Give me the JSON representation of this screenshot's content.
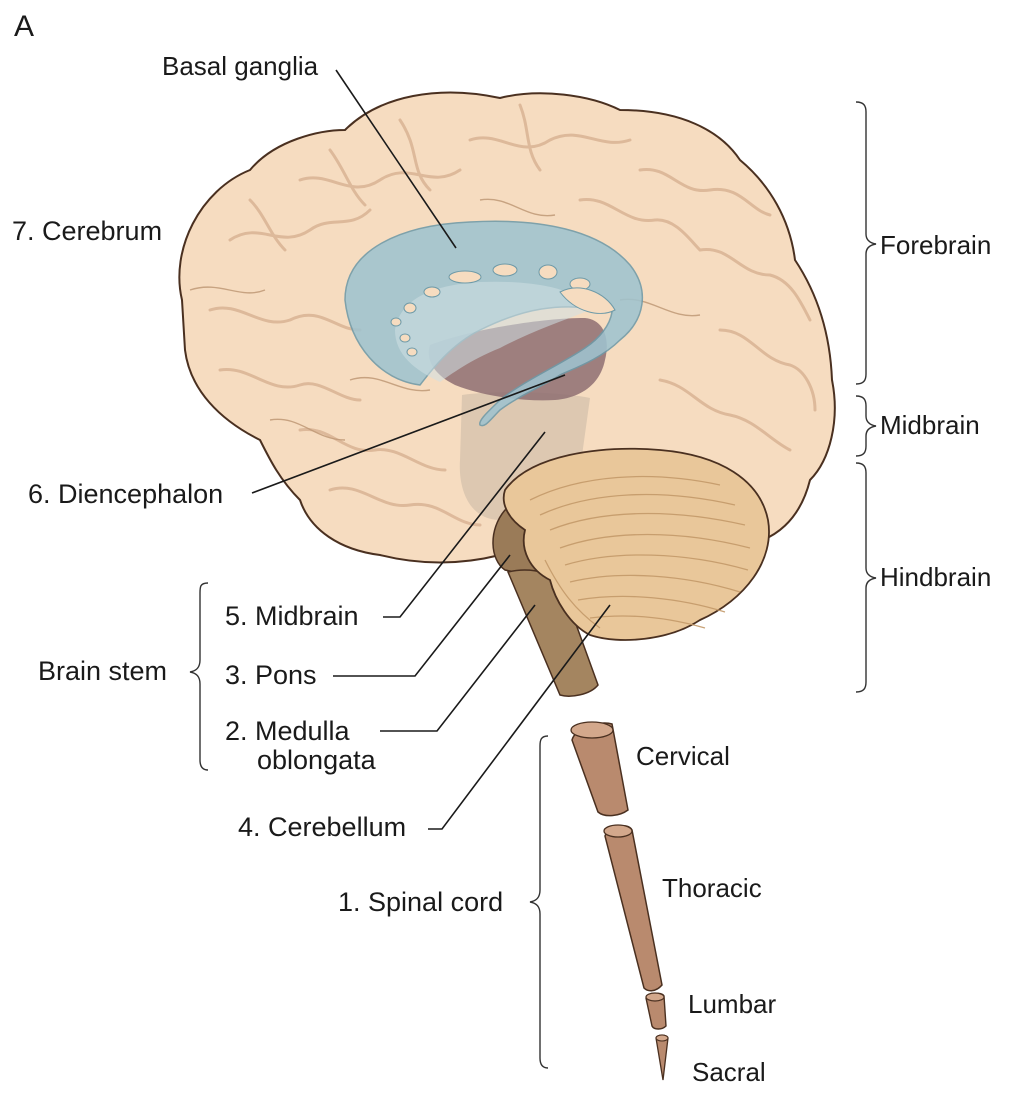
{
  "panel_letter": "A",
  "labels": {
    "basal_ganglia": "Basal ganglia",
    "cerebrum": "7. Cerebrum",
    "diencephalon": "6. Diencephalon",
    "midbrain_numbered": "5. Midbrain",
    "pons": "3. Pons",
    "medulla_line1": "2. Medulla",
    "medulla_line2": "oblongata",
    "cerebellum": "4. Cerebellum",
    "spinal_cord": "1. Spinal cord",
    "brain_stem": "Brain stem"
  },
  "divisions": {
    "forebrain": "Forebrain",
    "midbrain": "Midbrain",
    "hindbrain": "Hindbrain"
  },
  "spinal_segments": {
    "cervical": "Cervical",
    "thoracic": "Thoracic",
    "lumbar": "Lumbar",
    "sacral": "Sacral"
  },
  "colors": {
    "cerebrum": "#f6dcc0",
    "cerebrum_outline": "#4a3020",
    "basal_ganglia": "#9fc3cf",
    "diencephalon": "#8e6e72",
    "brainstem": "#a48560",
    "cerebellum": "#e9c79a",
    "spinal_cord": "#b98a6e"
  }
}
